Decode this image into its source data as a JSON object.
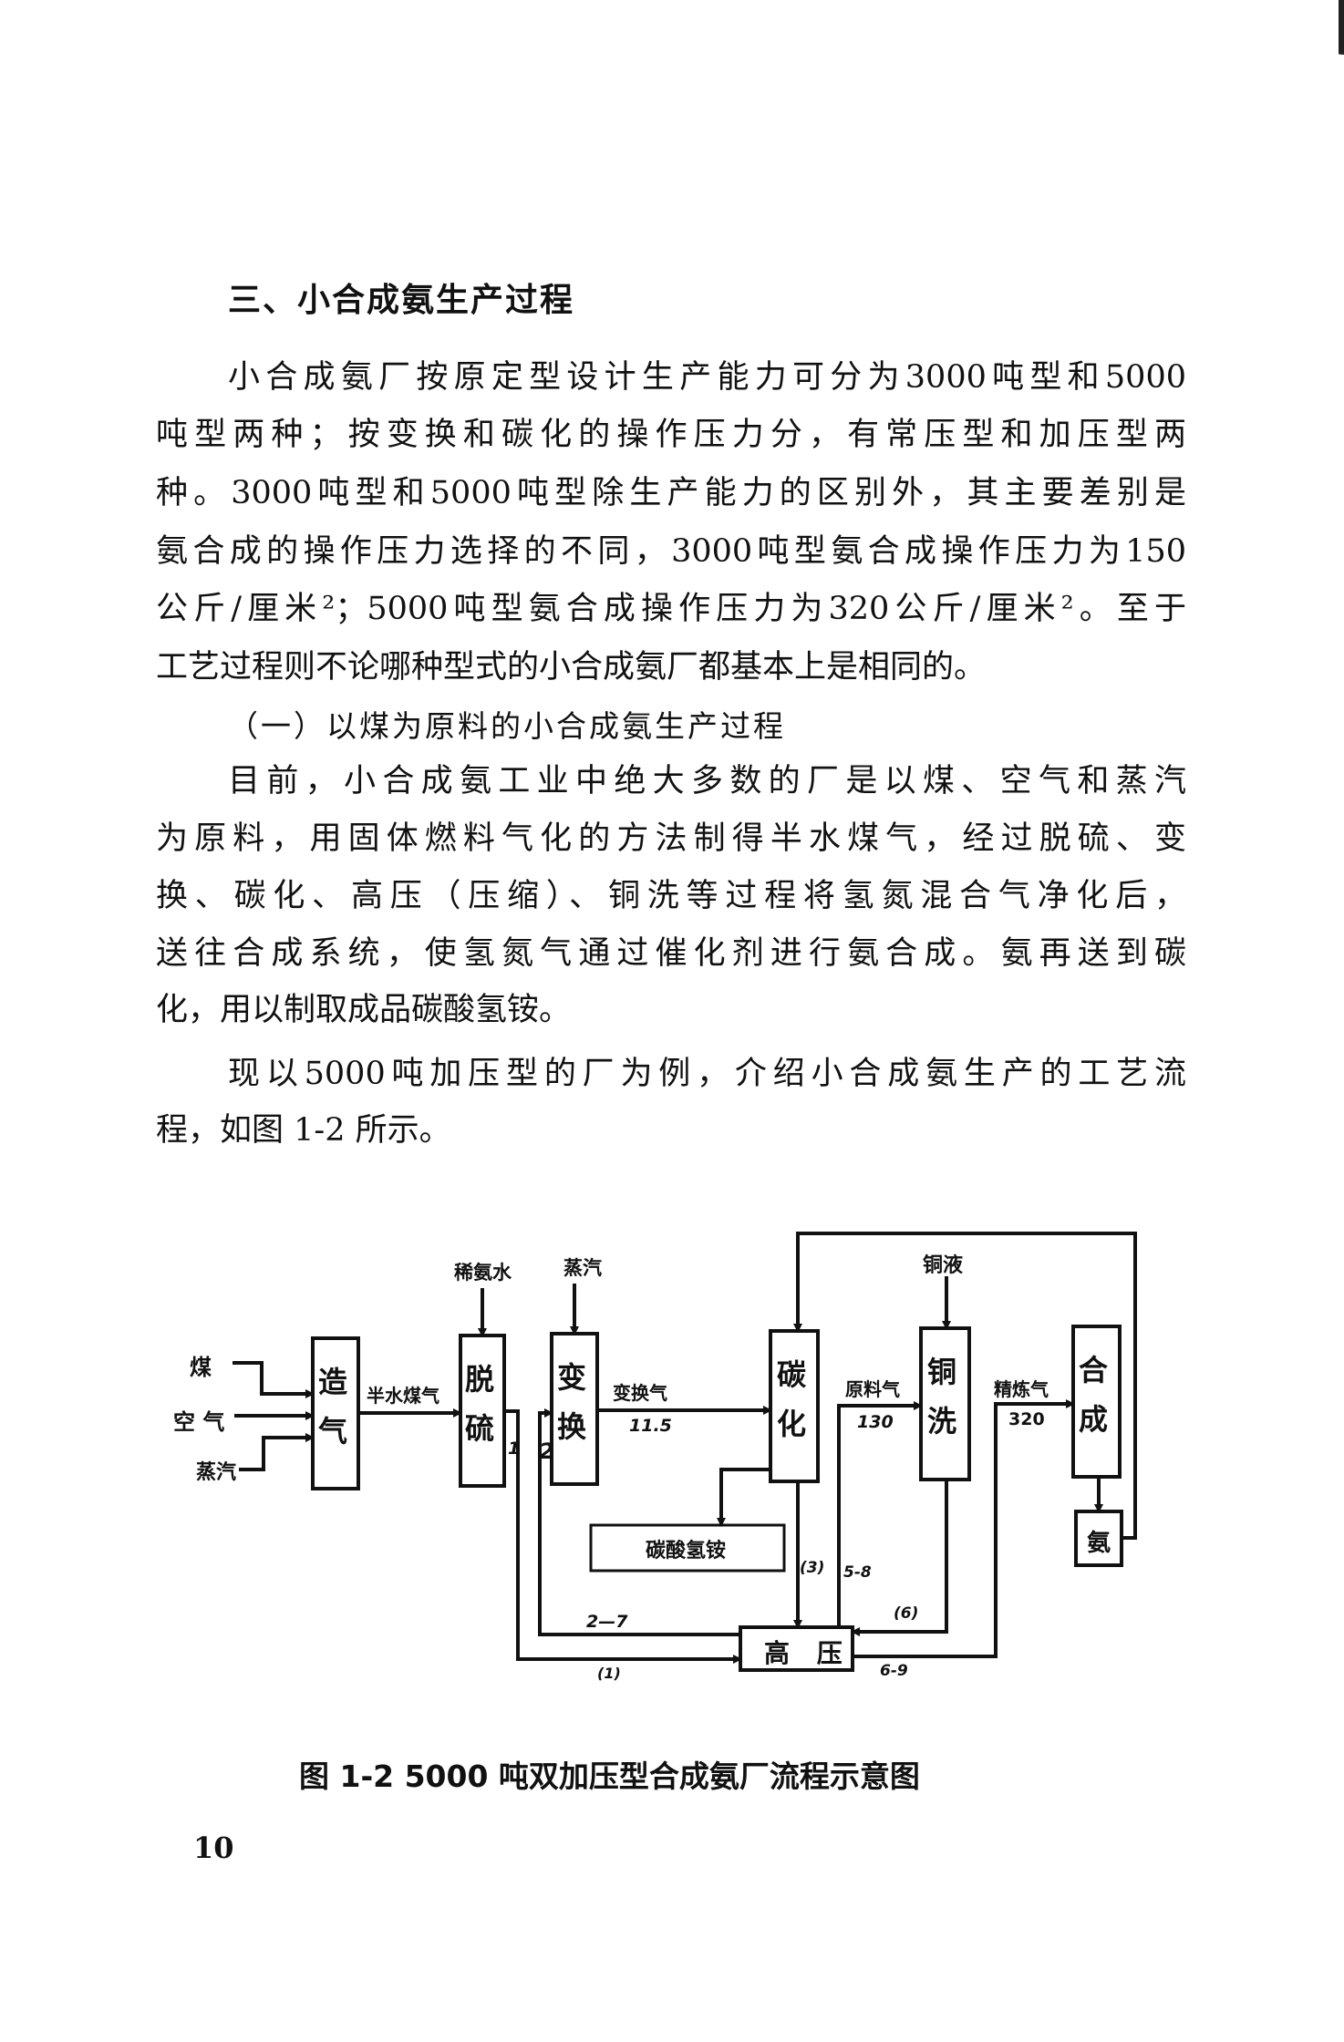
{
  "section_title": "三、小合成氨生产过程",
  "paragraph1": [
    "小合成氨厂按原定型设计生产能力可分为3000吨型和5000",
    "吨型两种；按变换和碳化的操作压力分，有常压型和加压型两",
    "种。3000吨型和5000吨型除生产能力的区别外，其主要差别是",
    "氨合成的操作压力选择的不同，3000吨型氨合成操作压力为150",
    "公斤/厘米²；5000吨型氨合成操作压力为320公斤/厘米²。至于",
    "工艺过程则不论哪种型式的小合成氨厂都基本上是相同的。"
  ],
  "subsection_title": "（一）以煤为原料的小合成氨生产过程",
  "paragraph2": [
    "目前，小合成氨工业中绝大多数的厂是以煤、空气和蒸汽",
    "为原料，用固体燃料气化的方法制得半水煤气，经过脱硫、变",
    "换、碳化、高压（压缩）、铜洗等过程将氢氮混合气净化后，",
    "送往合成系统，使氢氮气通过催化剂进行氨合成。氨再送到碳",
    "化，用以制取成品碳酸氢铵。"
  ],
  "paragraph3": [
    "现以5000吨加压型的厂为例，介绍小合成氨生产的工艺流",
    "程，如图 1-2 所示。"
  ],
  "diagram": {
    "inputs": {
      "coal": "煤",
      "air": "空 气",
      "steam": "蒸汽",
      "dilute_ammonia": "稀氨水",
      "steam2": "蒸汽",
      "copper_liquor": "铜液"
    },
    "boxes": {
      "gasification": "造气",
      "desulfurization": "脱硫",
      "shift": "变换",
      "carbonation": "碳化",
      "copper_wash": "铜洗",
      "synthesis": "合成",
      "ammonia": "氨",
      "compressor": "高 压",
      "product": "碳酸氢铵"
    },
    "streams": {
      "semi_water_gas": "半水煤气",
      "shift_gas": "变换气",
      "shift_pressure": "11.5",
      "feed_gas": "原料气",
      "feed_pressure": "130",
      "refined_gas": "精炼气",
      "refined_pressure": "320"
    },
    "stage_labels": {
      "s1": "1",
      "s2": "2",
      "s2_7": "2—7",
      "p1": "(1)",
      "p3": "(3)",
      "s5_8": "5-8",
      "p6": "(6)",
      "s6_9": "6-9"
    }
  },
  "caption": "图 1-2   5000 吨双加压型合成氨厂流程示意图",
  "page_number": "10"
}
